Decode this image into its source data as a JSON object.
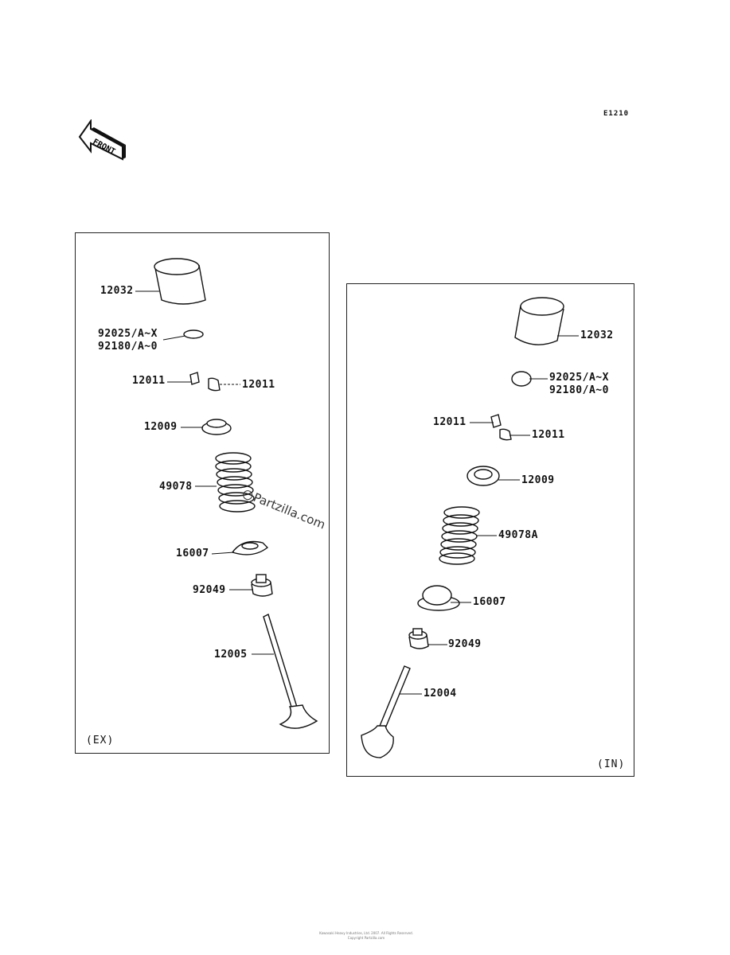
{
  "diagram_code": "E1210",
  "front_arrow_text": "FRONT",
  "watermark": "Partzilla.com",
  "copyright_line1": "Kawasaki Heavy Industries, Ltd. 2007. All Rights Reserved.",
  "copyright_line2": "Copyright Partzilla.com",
  "exhaust": {
    "tag": "(EX)",
    "labels": {
      "lifter": "12032",
      "shim": "92025/A~X\n92180/A~0",
      "keeper_left": "12011",
      "keeper_right": "12011",
      "retainer": "12009",
      "spring": "49078",
      "spring_seat": "16007",
      "seal": "92049",
      "valve": "12005"
    }
  },
  "intake": {
    "tag": "(IN)",
    "labels": {
      "lifter": "12032",
      "shim": "92025/A~X\n92180/A~0",
      "keeper_left": "12011",
      "keeper_right": "12011",
      "retainer": "12009",
      "spring": "49078A",
      "spring_seat": "16007",
      "seal": "92049",
      "valve": "12004"
    }
  }
}
